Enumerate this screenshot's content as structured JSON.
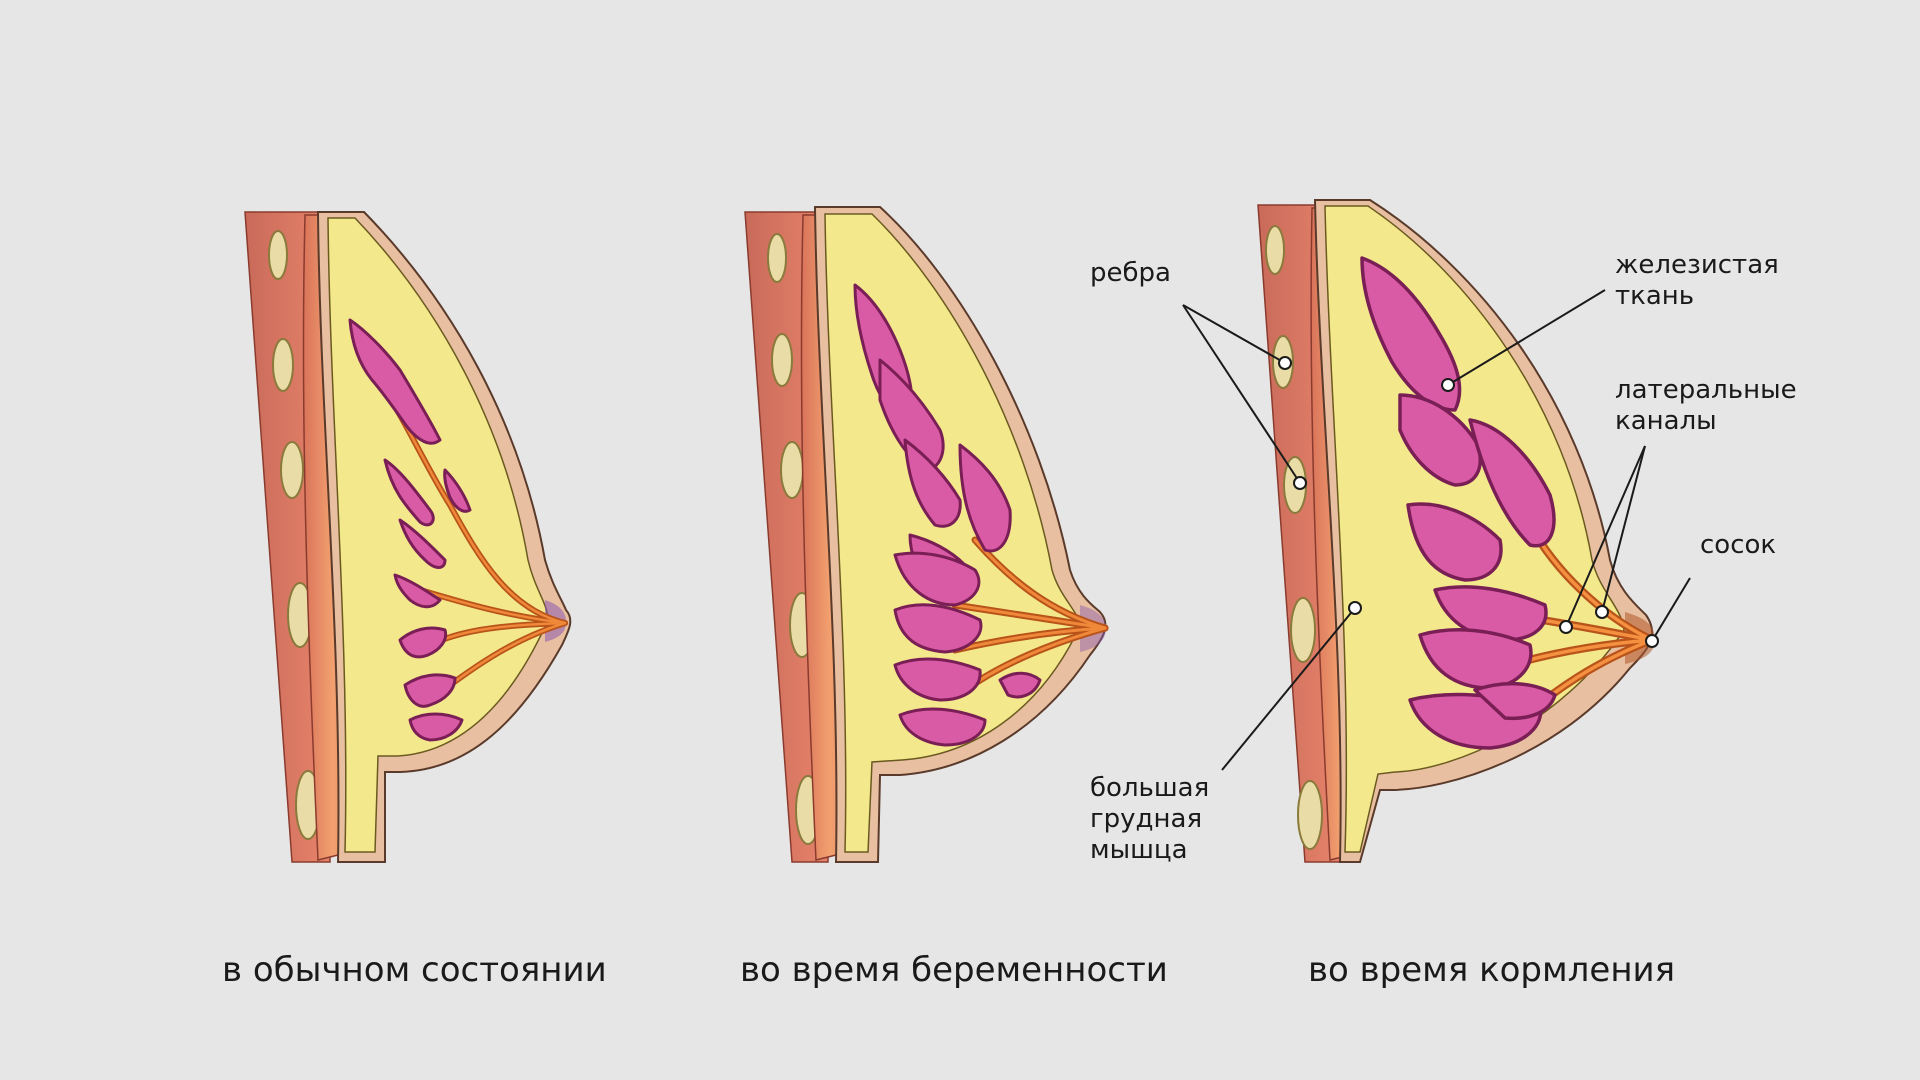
{
  "captions": {
    "normal": "в обычном состоянии",
    "pregnancy": "во время беременности",
    "feeding": "во время кормления"
  },
  "labels": {
    "ribs": "ребра",
    "glandular_tissue": "железистая\nткань",
    "lateral_ducts": "латеральные\nканалы",
    "nipple": "сосок",
    "pectoral_muscle": "большая\nгрудная\nмышца"
  },
  "colors": {
    "background": "#e6e6e6",
    "fat": "#f3e88c",
    "muscle": "#f0986a",
    "skin": "#e8bfa0",
    "gland": "#d95aa5",
    "gland_outline": "#7a1f55",
    "duct": "#d4661f",
    "line": "#1a1a1a"
  }
}
